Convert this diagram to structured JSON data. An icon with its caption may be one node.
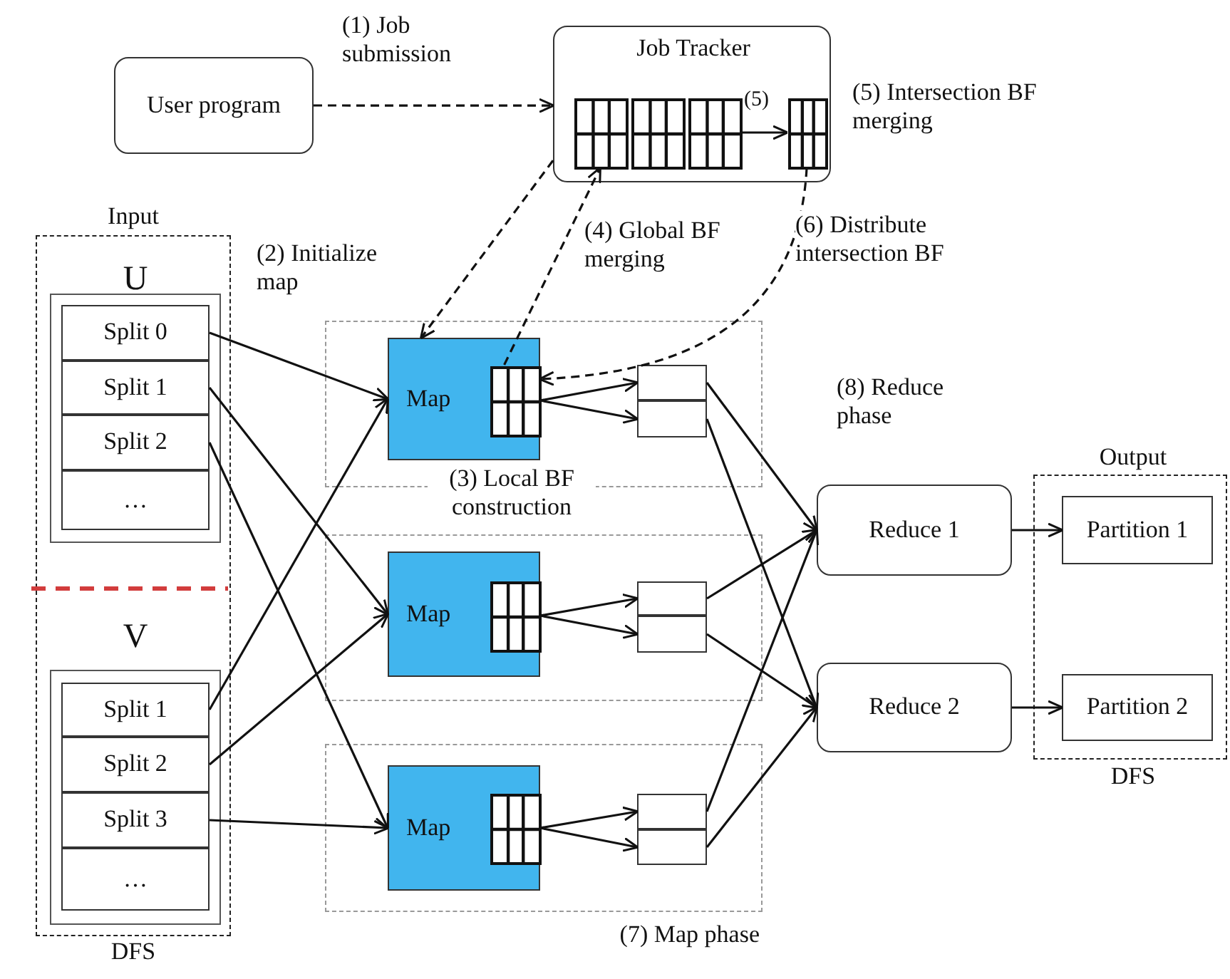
{
  "diagram": {
    "nodes": [
      {
        "text": [
          "User program"
        ]
      },
      {
        "text": [
          "Job Tracker"
        ]
      },
      {
        "text": [],
        "shape": "grid",
        "in": 1
      },
      {
        "text": [],
        "shape": "grid",
        "in": 1
      },
      {
        "text": [],
        "shape": "grid",
        "in": 1
      },
      {
        "text": [],
        "shape": "grid",
        "in": 1
      },
      {
        "text": [
          "Input"
        ],
        "beside": [
          "DFS"
        ]
      },
      {
        "text": [
          "U"
        ],
        "in": 6
      },
      {
        "text": [
          "Split 0"
        ],
        "in": 7
      },
      {
        "text": [
          "Split 1"
        ],
        "in": 7
      },
      {
        "text": [
          "Split 2"
        ],
        "in": 7
      },
      {
        "text": [
          "…"
        ],
        "in": 7
      },
      {
        "text": [
          "V"
        ],
        "in": 6
      },
      {
        "text": [
          "Split 1"
        ],
        "in": 12
      },
      {
        "text": [
          "Split 2"
        ],
        "in": 12
      },
      {
        "text": [
          "Split 3"
        ],
        "in": 12
      },
      {
        "text": [
          "…"
        ],
        "in": 12
      },
      {
        "text": [
          "(7) Map phase"
        ]
      },
      {
        "text": [
          "Map"
        ],
        "in": 17
      },
      {
        "text": [],
        "shape": "grid",
        "in": 18
      },
      {
        "text": [],
        "shape": "box",
        "in": 17
      },
      {
        "text": [],
        "shape": "box",
        "in": 17
      },
      {
        "text": [
          "Map"
        ],
        "in": 17
      },
      {
        "text": [],
        "shape": "grid",
        "in": 22
      },
      {
        "text": [],
        "shape": "box",
        "in": 17
      },
      {
        "text": [],
        "shape": "box",
        "in": 17
      },
      {
        "text": [
          "Map"
        ],
        "in": 17
      },
      {
        "text": [],
        "shape": "grid",
        "in": 26
      },
      {
        "text": [],
        "shape": "box",
        "in": 17
      },
      {
        "text": [],
        "shape": "box",
        "in": 17
      },
      {
        "text": [
          "Reduce 1"
        ]
      },
      {
        "text": [
          "Reduce 2"
        ]
      },
      {
        "text": [
          "Output"
        ],
        "beside": [
          "DFS"
        ]
      },
      {
        "text": [
          "Partition 1"
        ],
        "in": 32
      },
      {
        "text": [
          "Partition 2"
        ],
        "in": 32
      }
    ],
    "edges": [
      {
        "from": 0,
        "to": 1,
        "arrow": "to",
        "style": "dashed",
        "label": "(1) Job submission"
      },
      {
        "from": 4,
        "to": 5,
        "arrow": "to",
        "label": "(5)"
      },
      {
        "from": 1,
        "to": 18,
        "arrow": "to",
        "style": "dashed"
      },
      {
        "from": 19,
        "to": 2,
        "arrow": "to",
        "style": "dashed"
      },
      {
        "from": 5,
        "to": 19,
        "arrow": "to",
        "style": "dashed"
      },
      {
        "from": 8,
        "to": 18,
        "arrow": "to"
      },
      {
        "from": 9,
        "to": 22,
        "arrow": "to"
      },
      {
        "from": 10,
        "to": 26,
        "arrow": "to"
      },
      {
        "from": 13,
        "to": 18,
        "arrow": "to"
      },
      {
        "from": 14,
        "to": 22,
        "arrow": "to"
      },
      {
        "from": 15,
        "to": 26,
        "arrow": "to"
      },
      {
        "from": 19,
        "to": 20,
        "arrow": "to"
      },
      {
        "from": 19,
        "to": 21,
        "arrow": "to"
      },
      {
        "from": 23,
        "to": 24,
        "arrow": "to"
      },
      {
        "from": 23,
        "to": 25,
        "arrow": "to"
      },
      {
        "from": 27,
        "to": 28,
        "arrow": "to"
      },
      {
        "from": 27,
        "to": 29,
        "arrow": "to"
      },
      {
        "from": 20,
        "to": 30,
        "arrow": "to"
      },
      {
        "from": 21,
        "to": 31,
        "arrow": "to"
      },
      {
        "from": 24,
        "to": 30,
        "arrow": "to"
      },
      {
        "from": 25,
        "to": 31,
        "arrow": "to"
      },
      {
        "from": 28,
        "to": 30,
        "arrow": "to"
      },
      {
        "from": 29,
        "to": 31,
        "arrow": "to"
      },
      {
        "from": 30,
        "to": 33,
        "arrow": "to"
      },
      {
        "from": 31,
        "to": 34,
        "arrow": "to"
      }
    ],
    "labels": [
      "(5) Intersection BF merging",
      "(2) Initialize map",
      "(4) Global BF merging",
      "(6) Distribute intersection BF",
      "(3) Local BF construction",
      "(8) Reduce phase"
    ]
  }
}
